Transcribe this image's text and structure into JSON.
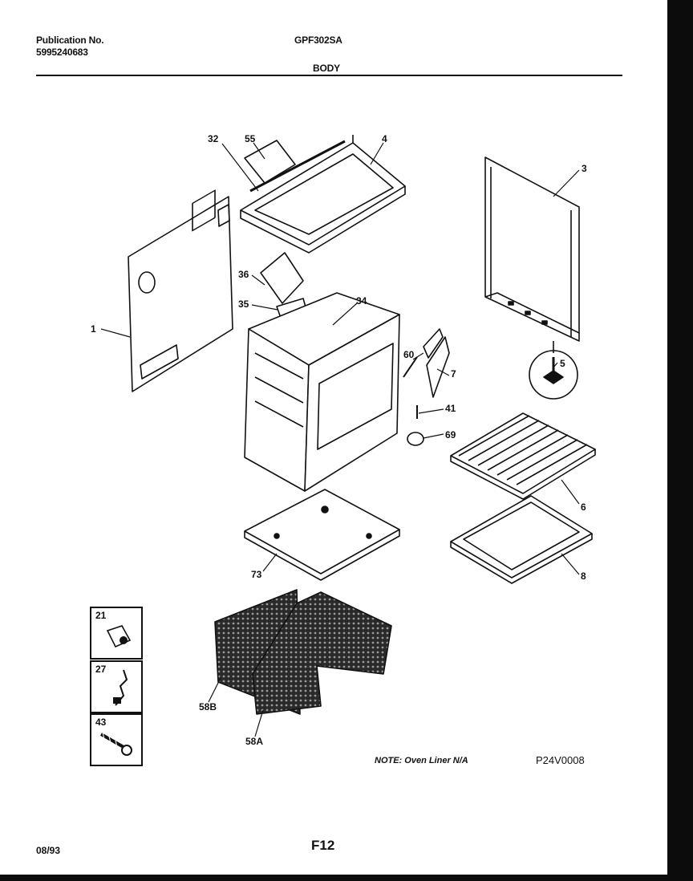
{
  "header": {
    "publication_label": "Publication No.",
    "publication_number": "5995240683",
    "model": "GPF302SA",
    "section": "BODY"
  },
  "callouts": {
    "c1": "1",
    "c3": "3",
    "c4": "4",
    "c5": "5",
    "c6": "6",
    "c7": "7",
    "c8": "8",
    "c32": "32",
    "c34": "34",
    "c35": "35",
    "c36": "36",
    "c41": "41",
    "c55": "55",
    "c58a": "58A",
    "c58b": "58B",
    "c60": "60",
    "c69": "69",
    "c73": "73"
  },
  "insets": [
    {
      "number": "21",
      "icon": "clip-icon"
    },
    {
      "number": "27",
      "icon": "bracket-icon"
    },
    {
      "number": "43",
      "icon": "screw-icon"
    }
  ],
  "footer": {
    "note": "NOTE: Oven Liner N/A",
    "diagram_code": "P24V0008",
    "date": "08/93",
    "page": "F12"
  }
}
